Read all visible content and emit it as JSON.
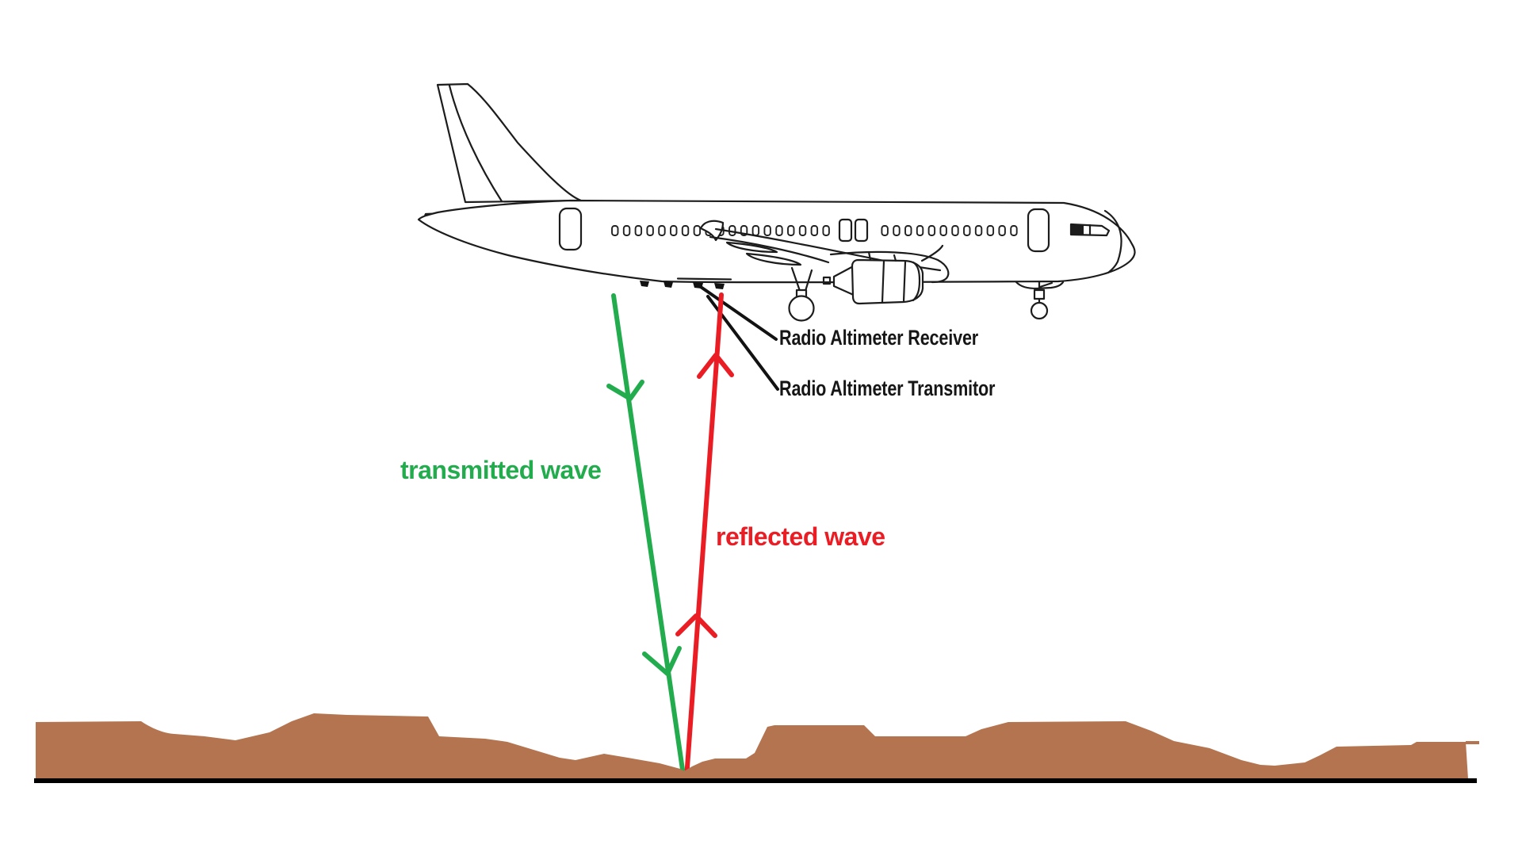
{
  "diagram": {
    "subject": "radio-altimeter-principle",
    "callouts": {
      "receiver": "Radio Altimeter Receiver",
      "transmitter": "Radio Altimeter Transmitor"
    },
    "waves": {
      "transmitted": "transmitted wave",
      "reflected": "reflected wave"
    }
  },
  "colors": {
    "wave_green": "#22AC4E",
    "wave_red": "#EA1C24",
    "terrain_brown": "#B3744F",
    "ink": "#1c1c1c",
    "background": "#ffffff"
  }
}
